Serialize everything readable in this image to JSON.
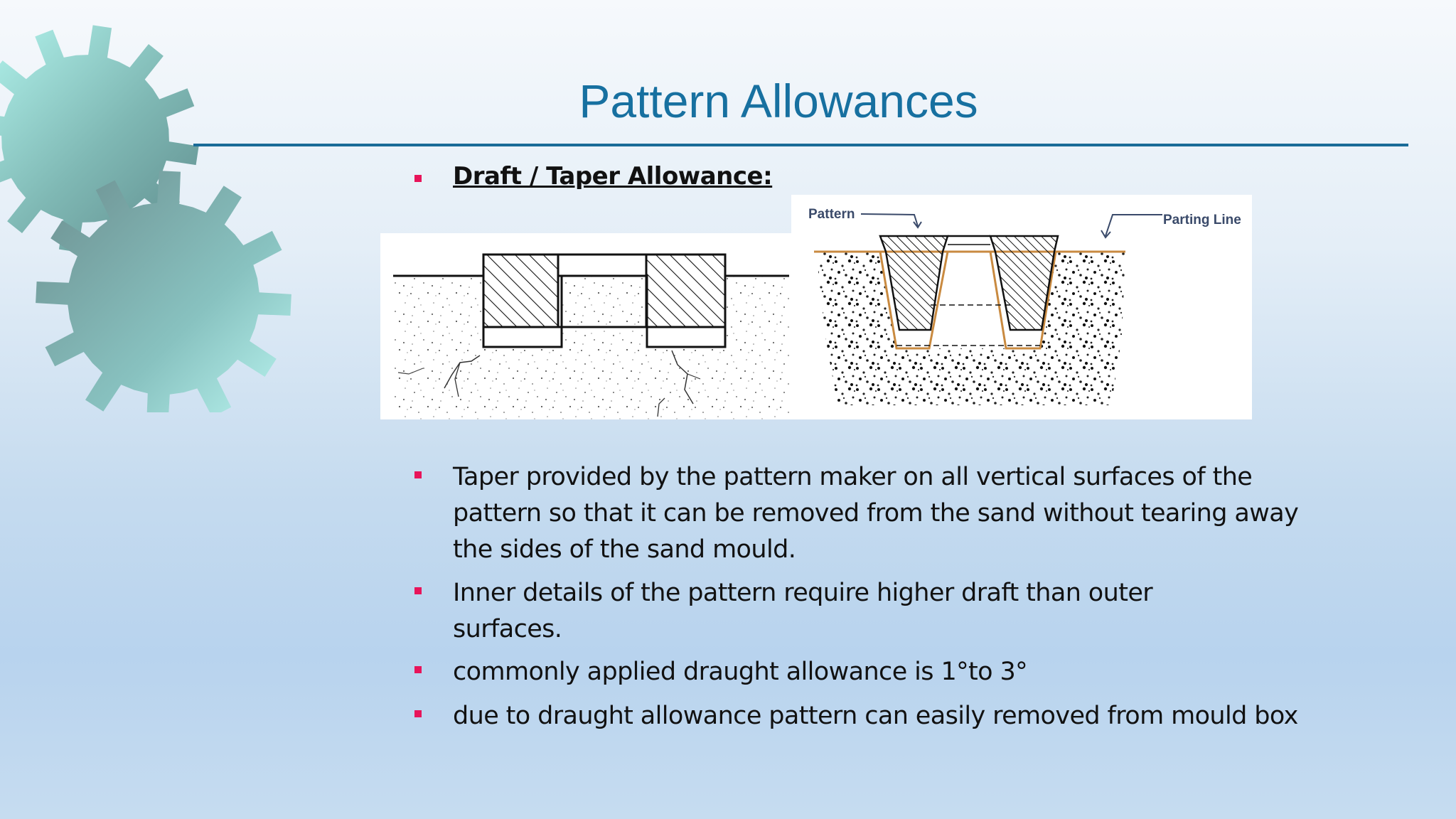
{
  "slide": {
    "title": "Pattern Allowances",
    "heading": "Draft / Taper Allowance:",
    "bullets": [
      "Taper provided by the pattern maker on all vertical surfaces of the pattern so that it can be removed from the sand without tearing away the sides of the sand mould.",
      "Inner details of the pattern require higher draft than outer surfaces.",
      "commonly applied draught allowance is 1°to 3°",
      "due to draught allowance pattern can easily removed from mould box"
    ]
  },
  "figure": {
    "pattern_label": "Pattern",
    "parting_line_label": "Parting Line"
  },
  "colors": {
    "title": "#1770a0",
    "bullet_marker": "#e8145a",
    "rule": "#1a6b98",
    "parting_line": "#c98a40"
  }
}
